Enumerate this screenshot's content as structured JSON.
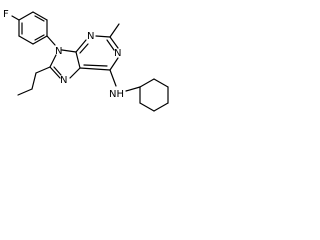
{
  "structure": {
    "atoms": {
      "fluorine": "F",
      "n_aryl": "N",
      "n_pyrimidine_top": "N",
      "n_pyrimidine_right": "N",
      "n_imidazole": "N",
      "n_amine": "NH"
    }
  },
  "colors": {
    "bond": "#000000",
    "text": "#000000",
    "background": "#ffffff"
  }
}
